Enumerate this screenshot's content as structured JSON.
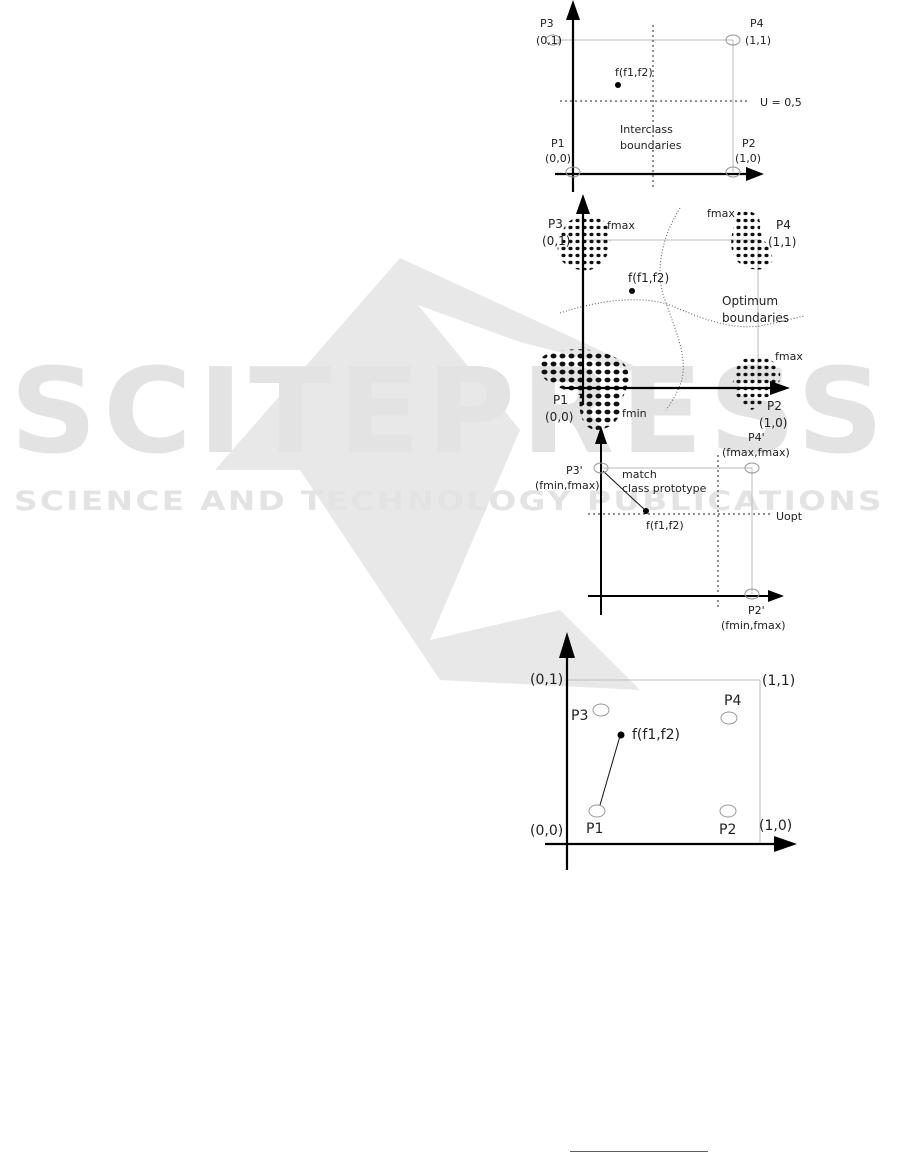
{
  "watermark": {
    "title": "SCITEPRESS",
    "subtitle": "SCIENCE AND TECHNOLOGY PUBLICATIONS"
  },
  "panel1": {
    "p3": "P3",
    "p3_coord": "(0,1)",
    "p4": "P4",
    "p4_coord": "(1,1)",
    "point": "f(f1,f2)",
    "u_label": "U = 0,5",
    "boundary_line1": "Interclass",
    "boundary_line2": "boundaries",
    "p1": "P1",
    "p1_coord": "(0,0)",
    "p2": "P2",
    "p2_coord": "(1,0)"
  },
  "panel2": {
    "p3": "P3",
    "p3_coord": "(0,1)",
    "fmax_p3": "fmax",
    "fmax_p4": "fmax",
    "p4": "P4",
    "p4_coord": "(1,1)",
    "point": "f(f1,f2)",
    "boundary_line1": "Optimum",
    "boundary_line2": "boundaries",
    "fmax_p2": "fmax",
    "p1": "P1",
    "p1_coord": "(0,0)",
    "fmin": "fmin",
    "p2": "P2",
    "p2_coord": "(1,0)"
  },
  "panel3": {
    "p4": "P4'",
    "p4_coord": "(fmax,fmax)",
    "p3": "P3'",
    "p3_coord": "(fmin,fmax)",
    "match_line1": "match",
    "match_line2": "class prototype",
    "point": "f(f1,f2)",
    "u_label": "Uopt",
    "p2": "P2'",
    "p2_coord": "(fmin,fmax)"
  },
  "panel4": {
    "top_left": "(0,1)",
    "top_right": "(1,1)",
    "p3": "P3",
    "p4": "P4",
    "point": "f(f1,f2)",
    "origin": "(0,0)",
    "p1": "P1",
    "p2": "P2",
    "bottom_right": "(1,0)"
  }
}
